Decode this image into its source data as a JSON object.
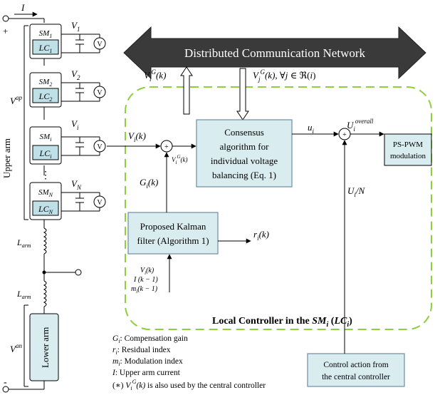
{
  "network": {
    "label": "Distributed Communication Network"
  },
  "signals": {
    "vg_out": "V_i^G(k)",
    "vg_in": "V_j^G(k), ∀j ∈ ℜ(i)",
    "vi_in": "V_i(k)",
    "vg_sum": "V_i^G(k)",
    "gi": "G_i(k)",
    "ui": "u_i",
    "u_overall": "U_i^overall",
    "ri": "r_i(k)",
    "ui_n": "U_i/N",
    "kf_in_1": "V_i(k)",
    "kf_in_2": "I (k − 1)",
    "kf_in_3": "m_i(k − 1)"
  },
  "blocks": {
    "consensus": [
      "Consensus",
      "algorithm for",
      "individual voltage",
      "balancing (Eq. 1)"
    ],
    "kalman": [
      "Proposed Kalman",
      "filter (Algorithm 1)"
    ],
    "pspwm": [
      "PS-PWM",
      "modulation"
    ],
    "central": [
      "Control action from",
      "the central controller"
    ]
  },
  "local_controller_label": "Local Controller in the SM_i (LC_i)",
  "converter": {
    "current": "I",
    "plus": "+",
    "minus": "-",
    "upper_arm": "Upper arm",
    "lower_arm": "Lower arm",
    "v_ap": "V^ap",
    "v_an": "V^an",
    "l_arm_top": "L_arm",
    "l_arm_bottom": "L_arm",
    "submodules": [
      {
        "sm": "SM_1",
        "lc": "LC_1",
        "v": "V_1"
      },
      {
        "sm": "SM_2",
        "lc": "LC_2",
        "v": "V_2"
      },
      {
        "sm": "SM_i",
        "lc": "LC_i",
        "v": "V_i"
      },
      {
        "sm": "SM_N",
        "lc": "LC_N",
        "v": "V_N"
      }
    ],
    "dots": "⋮",
    "voltmeter": "V"
  },
  "legend": [
    "G_i: Compensation gain",
    "r_i: Residual index",
    "m_i: Modulation index",
    "I: Upper arm current",
    "(∗) V_i^G(k) is also used by the central controller"
  ],
  "colors": {
    "network_arrow": "#3a3a3a",
    "block_fill": "#d9ecef",
    "block_stroke": "#6c8ea0",
    "lc_fill": "#bfe0e6",
    "dashed_border": "#8fce3d",
    "green_line": "#7bbf2a"
  }
}
